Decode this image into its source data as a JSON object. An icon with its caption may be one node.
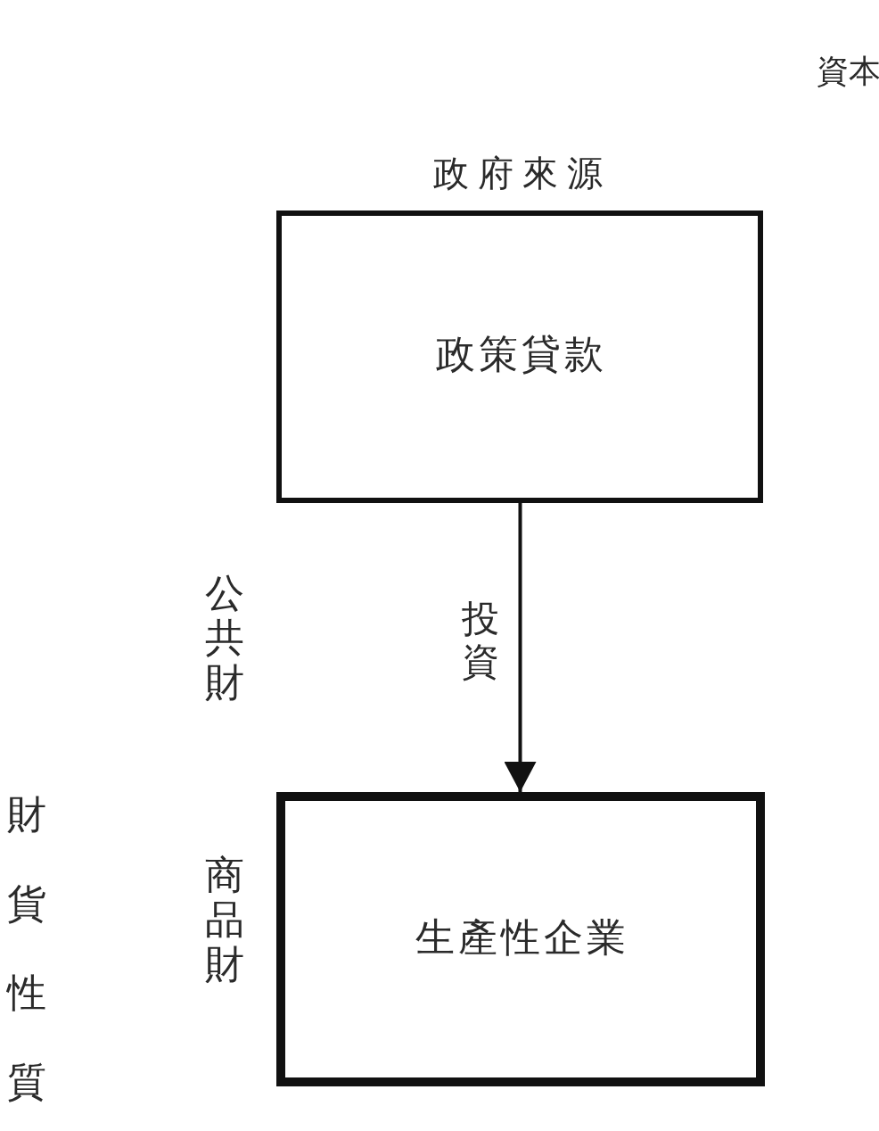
{
  "diagram": {
    "nodes": [
      {
        "text": [
          "政策貸款"
        ]
      },
      {
        "text": [
          "生產性企業"
        ]
      }
    ],
    "edges": [
      {
        "from": 0,
        "to": 1,
        "arrow": "to",
        "label": "投資"
      }
    ],
    "labels": [
      "資本",
      "政府來源",
      "公共財",
      "財貨性質",
      "商品財"
    ]
  }
}
